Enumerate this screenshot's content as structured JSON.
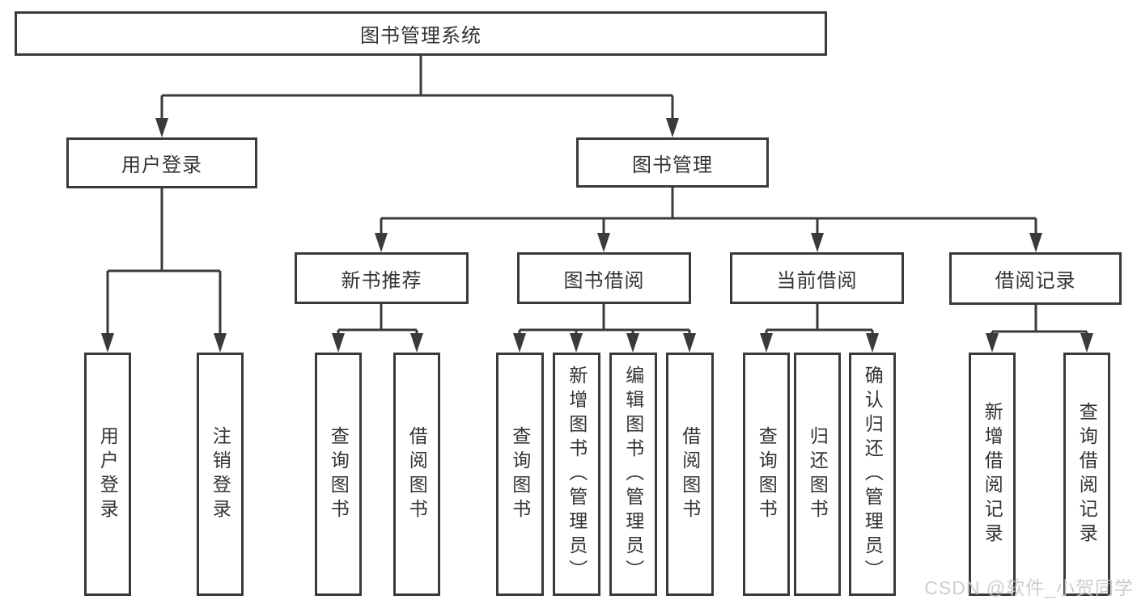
{
  "diagram": {
    "root": {
      "label": "图书管理系统"
    },
    "level2": [
      {
        "label": "用户登录"
      },
      {
        "label": "图书管理"
      }
    ],
    "level3": [
      {
        "label": "新书推荐"
      },
      {
        "label": "图书借阅"
      },
      {
        "label": "当前借阅"
      },
      {
        "label": "借阅记录"
      }
    ],
    "leaves": {
      "user_login": [
        {
          "label": "用户登录"
        },
        {
          "label": "注销登录"
        }
      ],
      "new_book": [
        {
          "label": "查询图书"
        },
        {
          "label": "借阅图书"
        }
      ],
      "book_borrow": [
        {
          "label": "查询图书"
        },
        {
          "label": "新增图书（管理员）"
        },
        {
          "label": "编辑图书（管理员）"
        },
        {
          "label": "借阅图书"
        }
      ],
      "current_borrow": [
        {
          "label": "查询图书"
        },
        {
          "label": "归还图书"
        },
        {
          "label": "确认归还（管理员）"
        }
      ],
      "borrow_record": [
        {
          "label": "新增借阅记录"
        },
        {
          "label": "查询借阅记录"
        }
      ]
    }
  },
  "watermark": {
    "text": "CSDN @软件_小贺同学"
  },
  "colors": {
    "line": "#3a3a3a",
    "text": "#333333",
    "box_fill": "#ffffff",
    "background": "#ffffff",
    "watermark": "#c8c8c8"
  }
}
